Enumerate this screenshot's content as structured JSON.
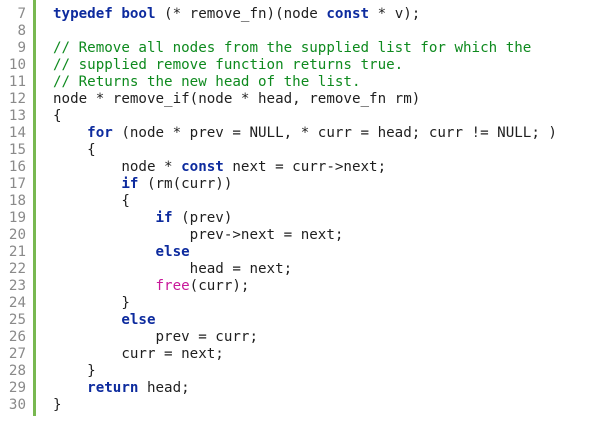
{
  "editor": {
    "gutter_color": "#78b850",
    "line_numbers": [
      "7",
      "8",
      "9",
      "10",
      "11",
      "12",
      "13",
      "14",
      "15",
      "16",
      "17",
      "18",
      "19",
      "20",
      "21",
      "22",
      "23",
      "24",
      "25",
      "26",
      "27",
      "28",
      "29",
      "30"
    ],
    "lines": [
      [
        {
          "t": "typedef",
          "c": "kw"
        },
        {
          "t": " "
        },
        {
          "t": "bool",
          "c": "kw"
        },
        {
          "t": " (* remove_fn)(node "
        },
        {
          "t": "const",
          "c": "kw"
        },
        {
          "t": " * v);"
        }
      ],
      [],
      [
        {
          "t": "// Remove all nodes from the supplied list for which the",
          "c": "cm"
        }
      ],
      [
        {
          "t": "// supplied remove function returns true.",
          "c": "cm"
        }
      ],
      [
        {
          "t": "// Returns the new head of the list.",
          "c": "cm"
        }
      ],
      [
        {
          "t": "node * remove_if(node * head, remove_fn rm)"
        }
      ],
      [
        {
          "t": "{"
        }
      ],
      [
        {
          "t": "    "
        },
        {
          "t": "for",
          "c": "kw"
        },
        {
          "t": " (node * prev = NULL, * curr = head; curr != NULL; )"
        }
      ],
      [
        {
          "t": "    {"
        }
      ],
      [
        {
          "t": "        node * "
        },
        {
          "t": "const",
          "c": "kw"
        },
        {
          "t": " next = curr->next;"
        }
      ],
      [
        {
          "t": "        "
        },
        {
          "t": "if",
          "c": "kw"
        },
        {
          "t": " (rm(curr))"
        }
      ],
      [
        {
          "t": "        {"
        }
      ],
      [
        {
          "t": "            "
        },
        {
          "t": "if",
          "c": "kw"
        },
        {
          "t": " (prev)"
        }
      ],
      [
        {
          "t": "                prev->next = next;"
        }
      ],
      [
        {
          "t": "            "
        },
        {
          "t": "else",
          "c": "kw"
        }
      ],
      [
        {
          "t": "                head = next;"
        }
      ],
      [
        {
          "t": "            "
        },
        {
          "t": "free",
          "c": "fn-pink"
        },
        {
          "t": "(curr);"
        }
      ],
      [
        {
          "t": "        }"
        }
      ],
      [
        {
          "t": "        "
        },
        {
          "t": "else",
          "c": "kw"
        }
      ],
      [
        {
          "t": "            prev = curr;"
        }
      ],
      [
        {
          "t": "        curr = next;"
        }
      ],
      [
        {
          "t": "    }"
        }
      ],
      [
        {
          "t": "    "
        },
        {
          "t": "return",
          "c": "kw"
        },
        {
          "t": " head;"
        }
      ],
      [
        {
          "t": "}"
        }
      ]
    ]
  }
}
